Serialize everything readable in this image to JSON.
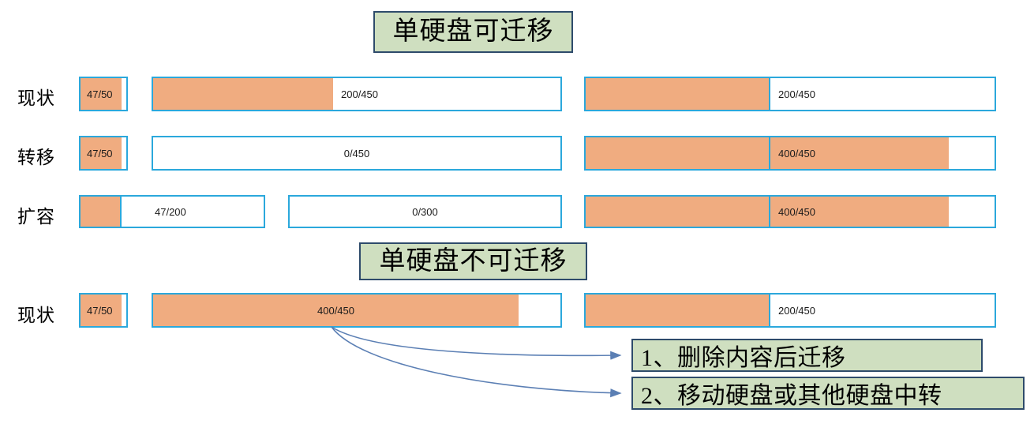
{
  "diagram": {
    "background_color": "#ffffff",
    "bar_border_color": "#2ba8dc",
    "bar_fill_color": "#f0ac80",
    "box_fill_color": "#cfdfc0",
    "box_border_color": "#2e4b6b",
    "arrow_color": "#5b7fb4"
  },
  "sections": [
    {
      "title": "单硬盘可迁移",
      "rows": [
        {
          "label": "现状",
          "bars": [
            {
              "text": "47/50",
              "capacity": "50",
              "used": "47"
            },
            {
              "text": "200/450",
              "capacity": "450",
              "used": "200"
            },
            {
              "text": "200/450",
              "capacity": "450",
              "used": "200"
            }
          ]
        },
        {
          "label": "转移",
          "bars": [
            {
              "text": "47/50",
              "capacity": "50",
              "used": "47"
            },
            {
              "text": "0/450",
              "capacity": "450",
              "used": "0"
            },
            {
              "text": "400/450",
              "capacity": "450",
              "used": "400"
            }
          ]
        },
        {
          "label": "扩容",
          "bars": [
            {
              "text": "47/200",
              "capacity": "200",
              "used": "47"
            },
            {
              "text": "0/300",
              "capacity": "300",
              "used": "0"
            },
            {
              "text": "400/450",
              "capacity": "450",
              "used": "400"
            }
          ]
        }
      ]
    },
    {
      "title": "单硬盘不可迁移",
      "rows": [
        {
          "label": "现状",
          "bars": [
            {
              "text": "47/50",
              "capacity": "50",
              "used": "47"
            },
            {
              "text": "400/450",
              "capacity": "450",
              "used": "400"
            },
            {
              "text": "200/450",
              "capacity": "450",
              "used": "200"
            }
          ]
        }
      ]
    }
  ],
  "callouts": [
    {
      "text": "1、删除内容后迁移"
    },
    {
      "text": "2、移动硬盘或其他硬盘中转"
    }
  ]
}
